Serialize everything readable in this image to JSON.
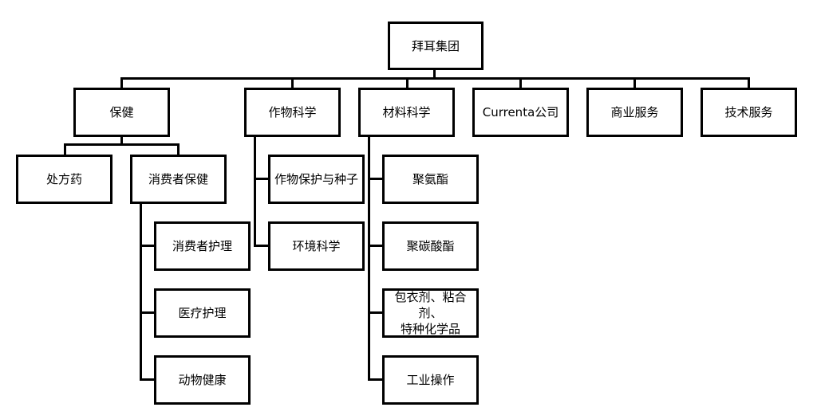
{
  "org_chart": {
    "root": "拜耳集团",
    "divisions": [
      "保健",
      "作物科学",
      "材料科学",
      "Currenta公司",
      "商业服务",
      "技术服务"
    ],
    "health": {
      "children": [
        "处方药",
        "消费者保健"
      ],
      "consumer_health_children": [
        "消费者护理",
        "医疗护理",
        "动物健康"
      ]
    },
    "crop_science_children": [
      "作物保护与种子",
      "环境科学"
    ],
    "material_science_children": [
      "聚氨酯",
      "聚碳酸酯",
      "包衣剂、粘合剂、\n特种化学品",
      "工业操作"
    ]
  }
}
